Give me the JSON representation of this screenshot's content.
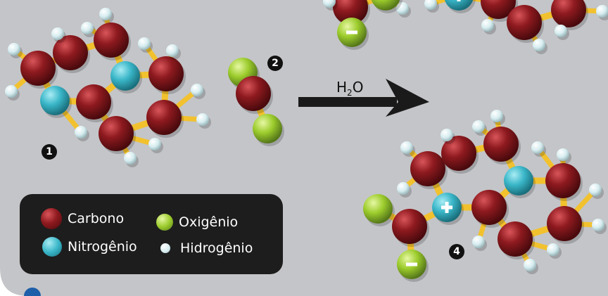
{
  "legend": {
    "carbon": "Carbono",
    "oxygen": "Oxigênio",
    "nitrogen": "Nitrogênio",
    "hydrogen": "Hidrogênio"
  },
  "reaction": {
    "molecule_main": "H",
    "molecule_sub": "2",
    "molecule_end": "O"
  },
  "markers": {
    "m1": "1",
    "m2": "2",
    "m4": "4"
  },
  "colors": {
    "background": "#c4c5c8",
    "carbon": "#8b1a1e",
    "nitrogen": "#39b6c8",
    "oxygen": "#9ccc2c",
    "hydrogen": "#d6ecef",
    "bond": "#f2c12e",
    "arrow": "#1a1a1a"
  },
  "charges": {
    "plus": "+",
    "minus": "−"
  }
}
